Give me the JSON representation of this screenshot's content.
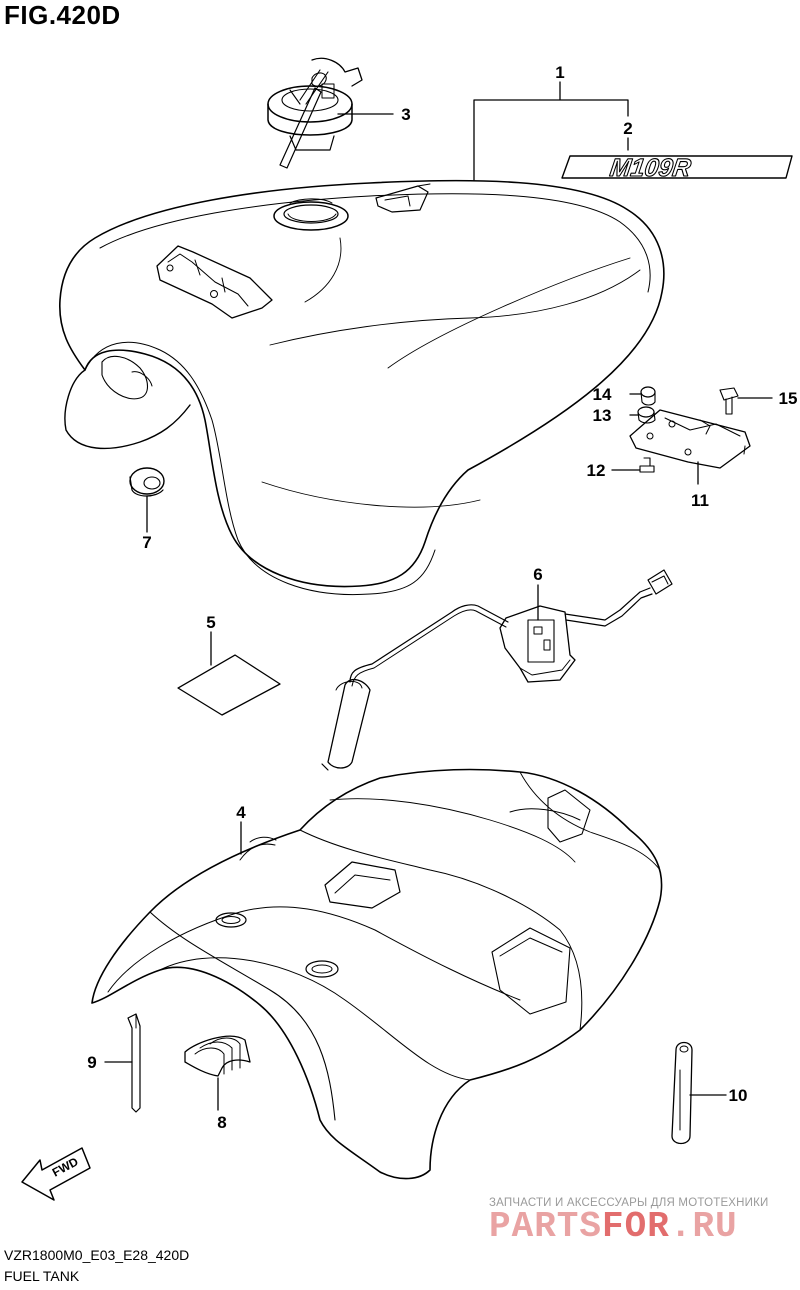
{
  "figure": {
    "title": "FIG.420D",
    "model_code": "VZR1800M0_E03_E28_420D",
    "section_name": "FUEL TANK",
    "emblem_text": "M109R",
    "fwd_text": "FWD"
  },
  "callouts": [
    "1",
    "2",
    "3",
    "4",
    "5",
    "6",
    "7",
    "8",
    "9",
    "10",
    "11",
    "12",
    "13",
    "14",
    "15"
  ],
  "watermark": {
    "line1": "ЗАПЧАСТИ И АКСЕССУАРЫ ДЛЯ МОТОТЕХНИКИ",
    "brand_part1": "PARTS",
    "brand_part2": "FOR",
    "brand_part3": ".RU"
  },
  "colors": {
    "line": "#000000",
    "watermark_gray": "#9a9a9a",
    "watermark_red_light": "#e9a3a3",
    "watermark_red": "#e26d6d"
  }
}
